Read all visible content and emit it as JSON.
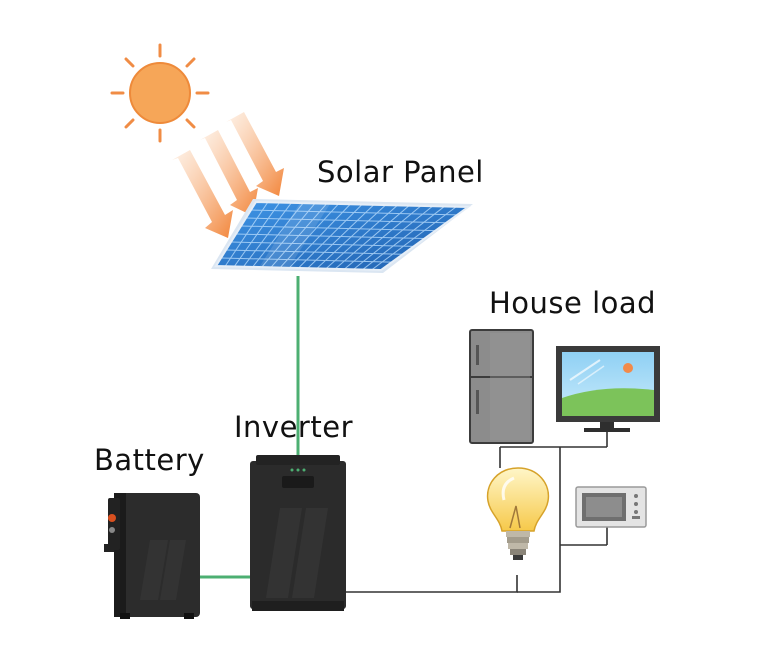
{
  "labels": {
    "solar_panel": "Solar Panel",
    "house_load": "House load",
    "inverter": "Inverter",
    "battery": "Battery"
  },
  "components": {
    "solar_panel": {
      "icon": "solar-panel-icon"
    },
    "inverter": {
      "icon": "inverter-icon"
    },
    "battery": {
      "icon": "battery-icon"
    },
    "house_load": [
      "refrigerator-icon",
      "tv-monitor-icon",
      "light-bulb-icon",
      "microwave-icon"
    ]
  },
  "connections": [
    {
      "from": "solar_panel",
      "to": "inverter",
      "color": "#4caf72"
    },
    {
      "from": "battery",
      "to": "inverter",
      "color": "#4caf72"
    },
    {
      "from": "inverter",
      "to": "house_load",
      "color": "#333333"
    }
  ],
  "colors": {
    "sun": "#f5a050",
    "panel": "#2f7fd6",
    "dc_wire": "#4caf72",
    "ac_wire": "#333333",
    "device_body": "#2b2b2b"
  }
}
